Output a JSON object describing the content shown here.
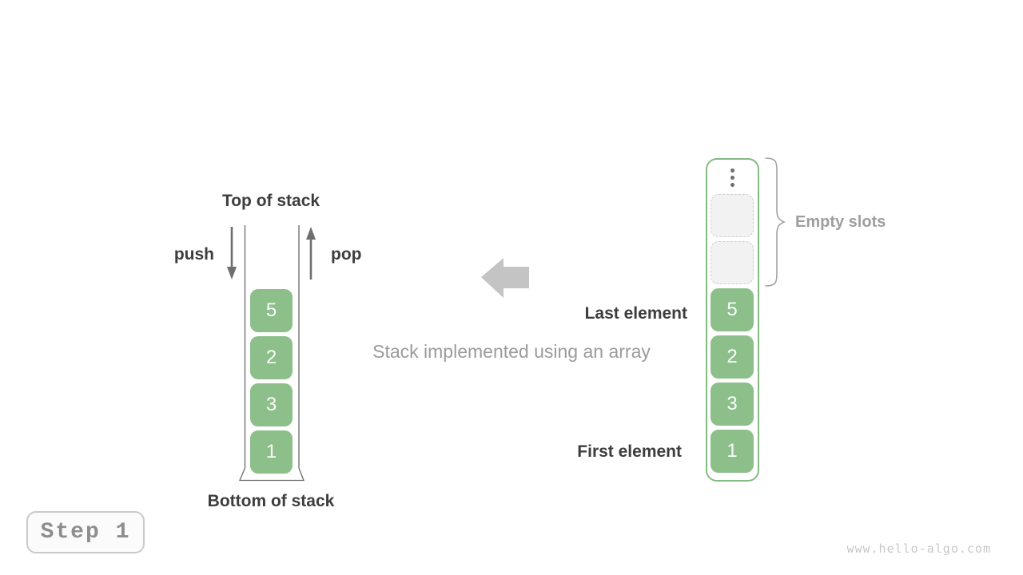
{
  "colors": {
    "green": "#8CBF8A",
    "green_border": "#84BB81",
    "cell_text": "#FBFBFB",
    "dark_text": "#3D3D3D",
    "gray_text": "#9E9E9E",
    "caption_gray": "#9B9B9B",
    "arrow_dark": "#6E6E6E",
    "block_arrow_gray": "#C4C4C4",
    "brace_gray": "#A3A3A3",
    "wall_gray": "#6A6A6A",
    "slot_fill": "#F2F2F2",
    "slot_border": "#CFCFCF",
    "badge_border": "#C9C9C9",
    "badge_text": "#8E8E8E",
    "badge_bg": "#FBFBFB",
    "watermark_gray": "#C8C8C8",
    "dot_gray": "#6E6E6E"
  },
  "left_stack": {
    "title": "Top of stack",
    "bottom_label": "Bottom of stack",
    "push_label": "push",
    "pop_label": "pop",
    "values": [
      "5",
      "2",
      "3",
      "1"
    ]
  },
  "center": {
    "caption": "Stack implemented using an array"
  },
  "right_array": {
    "values": [
      "5",
      "2",
      "3",
      "1"
    ],
    "empty_slots": 2,
    "empty_slots_label": "Empty slots",
    "last_element_label": "Last element",
    "first_element_label": "First element"
  },
  "footer": {
    "step_label": "Step 1",
    "watermark": "www.hello-algo.com"
  }
}
